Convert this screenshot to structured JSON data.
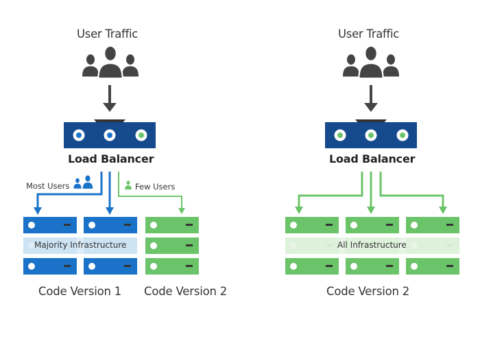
{
  "left": {
    "title": "User Traffic",
    "load_balancer": "Load Balancer",
    "most_users": "Most Users",
    "few_users": "Few Users",
    "band_label": "Majority Infrastructure",
    "version_1": "Code Version 1",
    "version_2": "Code Version 2"
  },
  "right": {
    "title": "User Traffic",
    "load_balancer": "Load Balancer",
    "band_label": "All Infrastructure",
    "version": "Code Version 2"
  },
  "colors": {
    "blue": "#1a73c8",
    "dark_blue": "#154a8c",
    "green": "#6cc46a",
    "user_gray": "#444444",
    "arrow_gray": "#444444"
  },
  "icons": [
    "users-group-icon",
    "load-balancer-icon",
    "server-rack-icon",
    "user-icon"
  ]
}
